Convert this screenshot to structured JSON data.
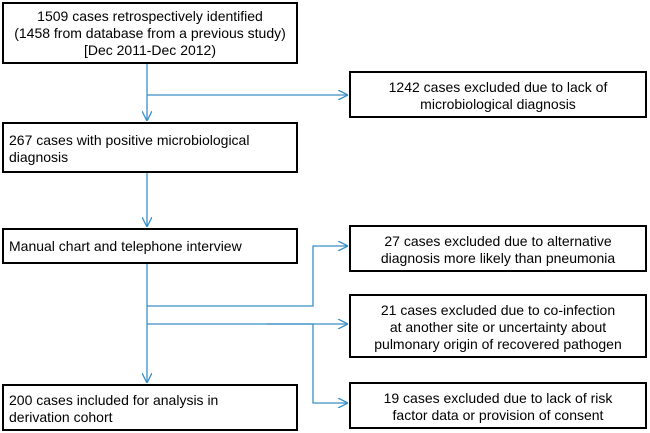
{
  "colors": {
    "box_border": "#000000",
    "connector": "#3a8fc8",
    "text": "#000000"
  },
  "flowchart": {
    "identified": {
      "line1": "1509 cases retrospectively identified",
      "line2": "(1458 from database from a previous study)",
      "line3": "[Dec 2011-Dec 2012)"
    },
    "positive": {
      "line1": "267 cases with positive microbiological",
      "line2": "diagnosis"
    },
    "manual": {
      "line1": "Manual chart and telephone interview"
    },
    "included": {
      "line1": "200 cases included for analysis in",
      "line2": "derivation cohort"
    },
    "excluded_microbio": {
      "line1": "1242 cases excluded due to lack of",
      "line2": "microbiological diagnosis"
    },
    "excluded_alternative": {
      "line1": "27 cases excluded due to alternative",
      "line2": "diagnosis more likely than pneumonia"
    },
    "excluded_coinfection": {
      "line1": "21 cases excluded due to co-infection",
      "line2": "at another site or uncertainty about",
      "line3": "pulmonary origin of recovered pathogen"
    },
    "excluded_risk": {
      "line1": "19 cases excluded due to lack of risk",
      "line2": "factor data or provision of consent"
    }
  }
}
